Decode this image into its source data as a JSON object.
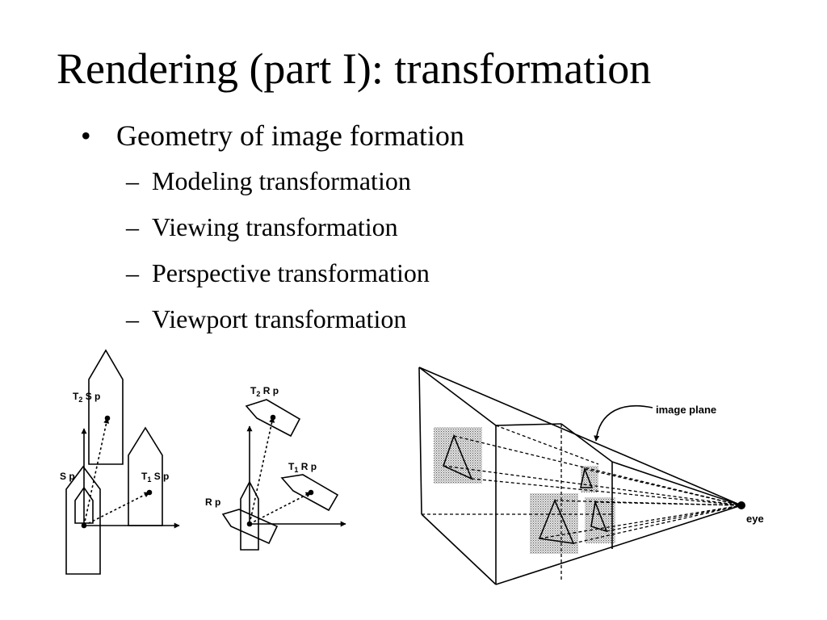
{
  "title": "Rendering (part I):  transformation",
  "bullet": {
    "text": "Geometry of image formation",
    "subitems": [
      "Modeling transformation",
      "Viewing transformation",
      "Perspective transformation",
      "Viewport transformation"
    ]
  },
  "figure": {
    "left_labels": {
      "t2sp_t": "T",
      "t2sp_s": "2",
      "t2sp_r": " S p",
      "sp": "S p",
      "t1sp_t": "T",
      "t1sp_s": "1",
      "t1sp_r": " S p"
    },
    "middle_labels": {
      "t2rp_t": "T",
      "t2rp_s": "2",
      "t2rp_r": " R p",
      "t1rp_t": "T",
      "t1rp_s": "1",
      "t1rp_r": " R p",
      "rp": "R p"
    },
    "right_labels": {
      "image_plane": "image plane",
      "eye": "eye"
    }
  }
}
